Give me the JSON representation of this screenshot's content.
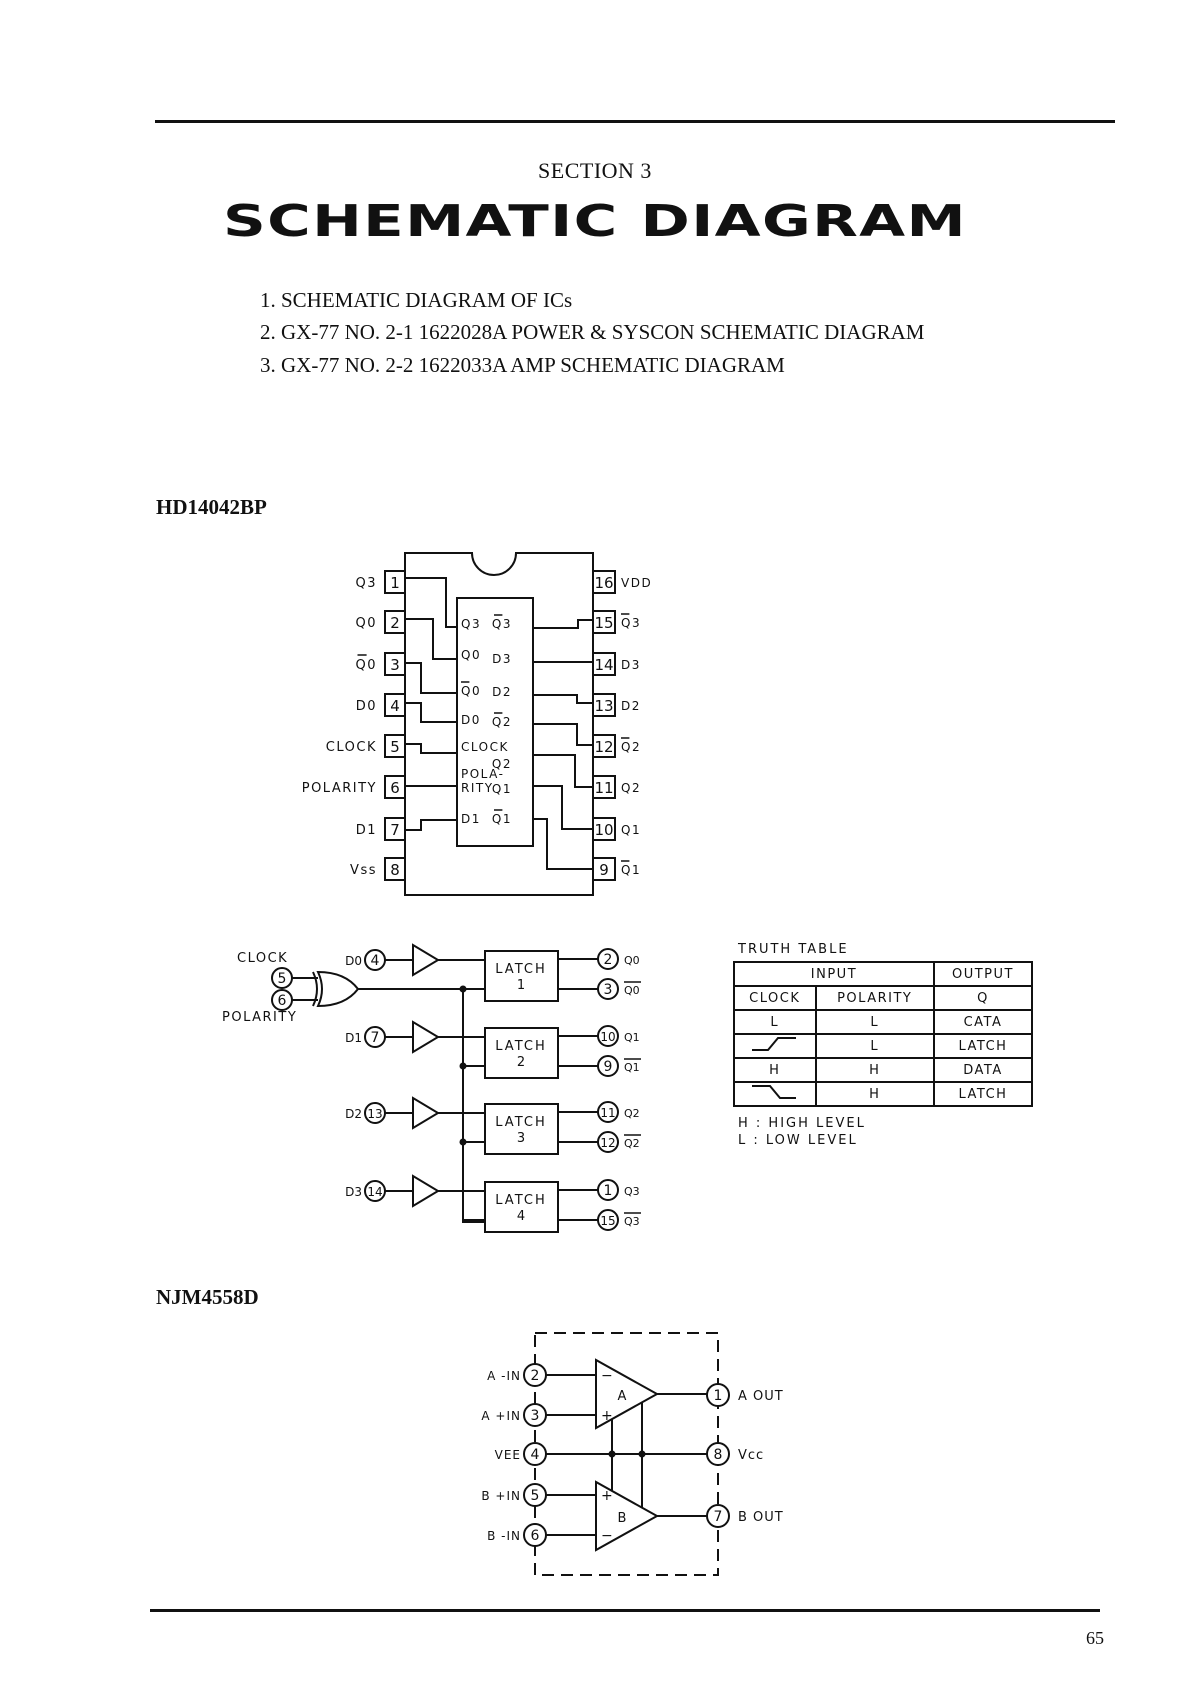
{
  "header": {
    "section": "SECTION 3",
    "title": "SCHEMATIC DIAGRAM"
  },
  "toc": [
    "1. SCHEMATIC DIAGRAM OF ICs",
    "2. GX-77 NO. 2-1 1622028A POWER & SYSCON SCHEMATIC DIAGRAM",
    "3. GX-77 NO. 2-2 1622033A AMP SCHEMATIC DIAGRAM"
  ],
  "ic1": {
    "name": "HD14042BP",
    "left_pins": [
      {
        "num": "1",
        "label": "Q3"
      },
      {
        "num": "2",
        "label": "Q0"
      },
      {
        "num": "3",
        "label": "Q̄0"
      },
      {
        "num": "4",
        "label": "D0"
      },
      {
        "num": "5",
        "label": "CLOCK"
      },
      {
        "num": "6",
        "label": "POLARITY"
      },
      {
        "num": "7",
        "label": "D1"
      },
      {
        "num": "8",
        "label": "Vss"
      }
    ],
    "right_pins": [
      {
        "num": "16",
        "label": "VDD"
      },
      {
        "num": "15",
        "label": "Q̄3"
      },
      {
        "num": "14",
        "label": "D3"
      },
      {
        "num": "13",
        "label": "D2"
      },
      {
        "num": "12",
        "label": "Q̄2"
      },
      {
        "num": "11",
        "label": "Q2"
      },
      {
        "num": "10",
        "label": "Q1"
      },
      {
        "num": "9",
        "label": "Q̄1"
      }
    ],
    "inner_left": [
      "Q3",
      "Q0",
      "Q̄0",
      "D0",
      "CLOCK",
      "POLA-",
      "RITY",
      "D1"
    ],
    "inner_right": [
      "Q̄3",
      "D3",
      "D2",
      "Q̄2",
      "Q2",
      "Q1",
      "Q̄1"
    ],
    "logic": {
      "clock_label": "CLOCK",
      "polarity_label": "POLARITY",
      "clock_pin": "5",
      "polarity_pin": "6",
      "latches": [
        {
          "name": "LATCH",
          "num": "1",
          "in_label": "D0",
          "in_pin": "4",
          "out_q_pin": "2",
          "out_q_label": "Q0",
          "out_qn_pin": "3",
          "out_qn_label": "Q0"
        },
        {
          "name": "LATCH",
          "num": "2",
          "in_label": "D1",
          "in_pin": "7",
          "out_q_pin": "10",
          "out_q_label": "Q1",
          "out_qn_pin": "9",
          "out_qn_label": "Q1"
        },
        {
          "name": "LATCH",
          "num": "3",
          "in_label": "D2",
          "in_pin": "13",
          "out_q_pin": "11",
          "out_q_label": "Q2",
          "out_qn_pin": "12",
          "out_qn_label": "Q2"
        },
        {
          "name": "LATCH",
          "num": "4",
          "in_label": "D3",
          "in_pin": "14",
          "out_q_pin": "1",
          "out_q_label": "Q3",
          "out_qn_pin": "15",
          "out_qn_label": "Q3"
        }
      ]
    },
    "truth_table": {
      "title": "TRUTH TABLE",
      "input_header": "INPUT",
      "output_header": "OUTPUT",
      "columns": [
        "CLOCK",
        "POLARITY",
        "Q"
      ],
      "rows": [
        {
          "clock": "L",
          "clock_symbol": "",
          "polarity": "L",
          "output": "CATA"
        },
        {
          "clock": "",
          "clock_symbol": "rising-edge",
          "polarity": "L",
          "output": "LATCH"
        },
        {
          "clock": "H",
          "clock_symbol": "",
          "polarity": "H",
          "output": "DATA"
        },
        {
          "clock": "",
          "clock_symbol": "falling-edge",
          "polarity": "H",
          "output": "LATCH"
        }
      ],
      "legend": [
        "H : HIGH LEVEL",
        "L : LOW LEVEL"
      ]
    }
  },
  "ic2": {
    "name": "NJM4558D",
    "left_pins": [
      {
        "num": "2",
        "label": "A -IN"
      },
      {
        "num": "3",
        "label": "A +IN"
      },
      {
        "num": "4",
        "label": "VEE"
      },
      {
        "num": "5",
        "label": "B +IN"
      },
      {
        "num": "6",
        "label": "B -IN"
      }
    ],
    "right_pins": [
      {
        "num": "1",
        "label": "A OUT"
      },
      {
        "num": "8",
        "label": "Vcc"
      },
      {
        "num": "7",
        "label": "B OUT"
      }
    ],
    "amps": [
      "A",
      "B"
    ],
    "minus": "−",
    "plus": "+"
  },
  "footer": {
    "page_number": "65"
  }
}
